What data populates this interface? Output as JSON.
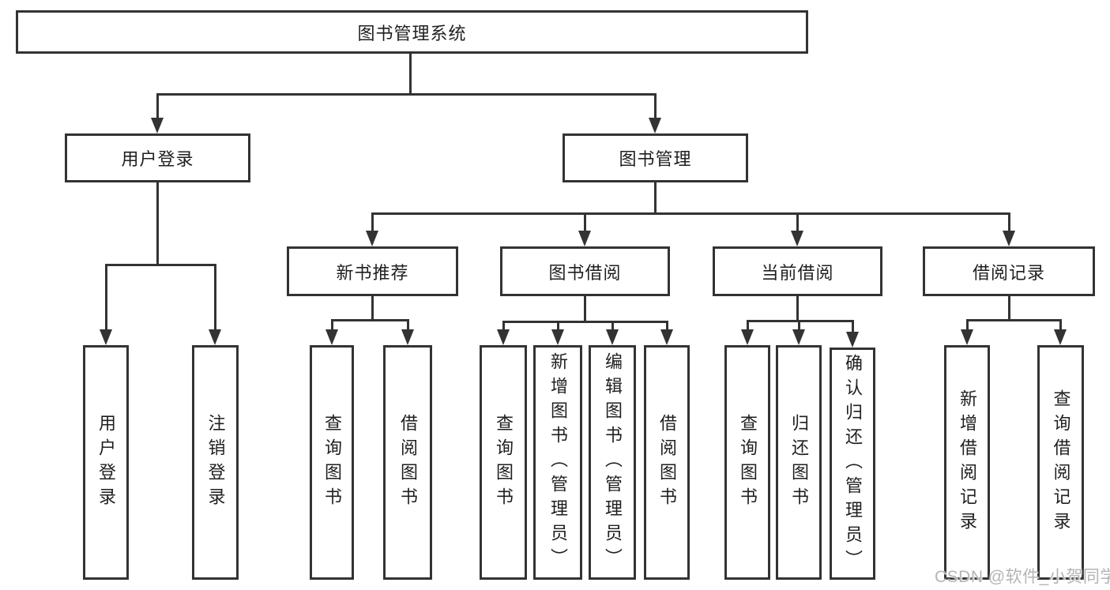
{
  "watermark": "CSDN @软件_小贺同学",
  "colors": {
    "line": "#333333",
    "text": "#1f1f1f",
    "watermark": "#b4b4b4",
    "background": "#ffffff"
  },
  "tree": {
    "root": {
      "label": "图书管理系统",
      "children": [
        {
          "label": "用户登录",
          "children": [
            {
              "label": "用户登录"
            },
            {
              "label": "注销登录"
            }
          ]
        },
        {
          "label": "图书管理",
          "children": [
            {
              "label": "新书推荐",
              "children": [
                {
                  "label": "查询图书"
                },
                {
                  "label": "借阅图书"
                }
              ]
            },
            {
              "label": "图书借阅",
              "children": [
                {
                  "label": "查询图书"
                },
                {
                  "label": "新增图书（管理员）"
                },
                {
                  "label": "编辑图书（管理员）"
                },
                {
                  "label": "借阅图书"
                }
              ]
            },
            {
              "label": "当前借阅",
              "children": [
                {
                  "label": "查询图书"
                },
                {
                  "label": "归还图书"
                },
                {
                  "label": "确认归还（管理员）"
                }
              ]
            },
            {
              "label": "借阅记录",
              "children": [
                {
                  "label": "新增借阅记录"
                },
                {
                  "label": "查询借阅记录"
                }
              ]
            }
          ]
        }
      ]
    }
  }
}
